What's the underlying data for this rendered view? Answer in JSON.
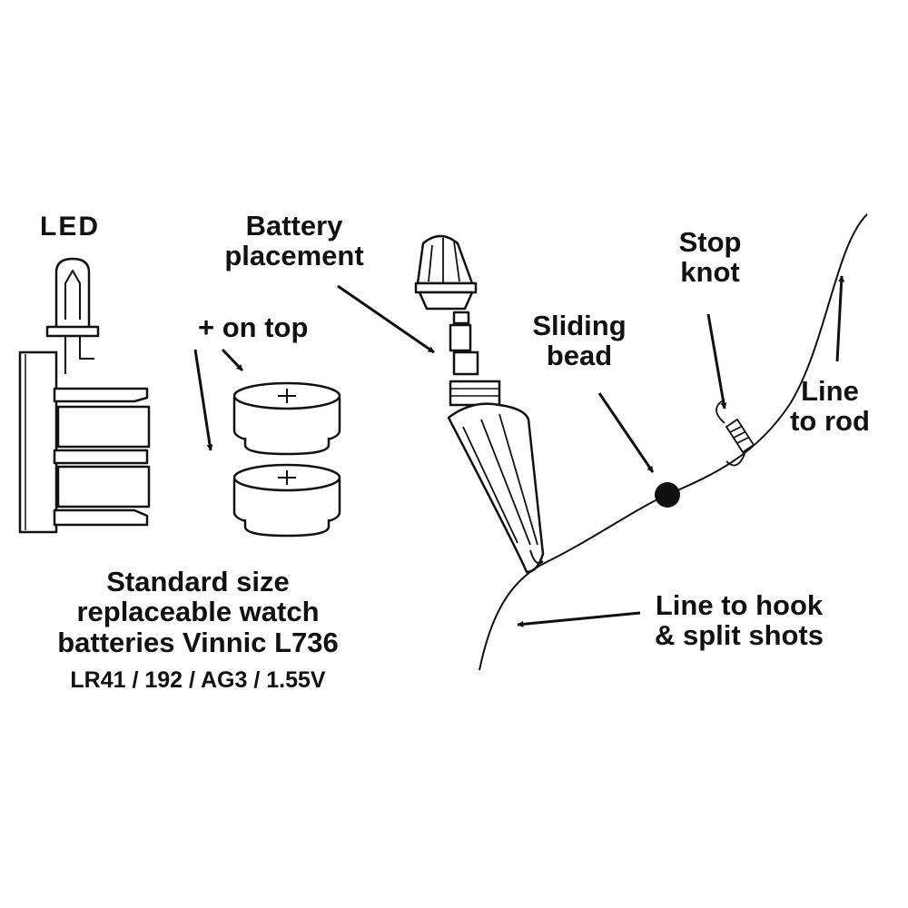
{
  "labels": {
    "led": "LED",
    "battery_placement": [
      "Battery",
      "placement"
    ],
    "plus_on_top": "+ on top",
    "sliding_bead": [
      "Sliding",
      "bead"
    ],
    "stop_knot": [
      "Stop",
      "knot"
    ],
    "line_to_rod": [
      "Line",
      "to rod"
    ],
    "line_to_hook": [
      "Line to hook",
      "& split shots"
    ],
    "standard_size": [
      "Standard size",
      "replaceable watch",
      "batteries Vinnic L736"
    ],
    "battery_codes": "LR41 / 192 / AG3 / 1.55V"
  },
  "colors": {
    "ink": "#111111",
    "background": "#ffffff"
  }
}
